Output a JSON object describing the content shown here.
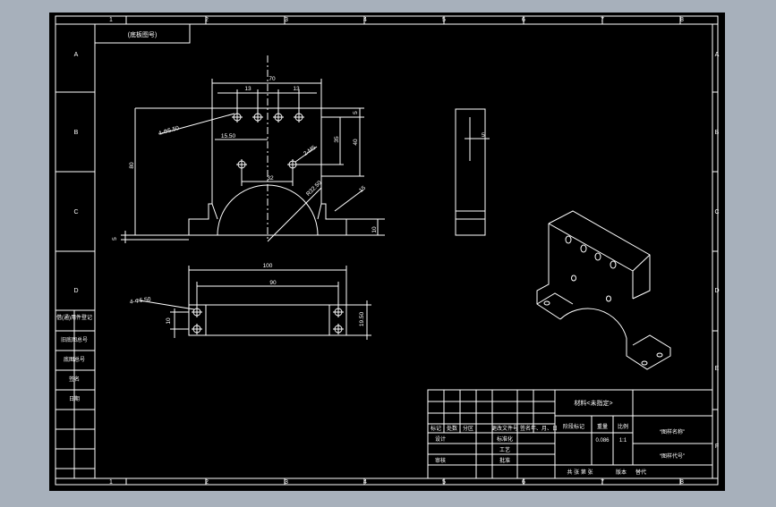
{
  "drawing": {
    "background": "#000000",
    "frame_color": "#ffffff",
    "col_markers_top": [
      "1",
      "2",
      "3",
      "4",
      "5",
      "6",
      "7",
      "8"
    ],
    "col_markers_bottom": [
      "1",
      "2",
      "3",
      "4",
      "5",
      "6",
      "7",
      "8"
    ],
    "row_markers_left": [
      "A",
      "B",
      "C",
      "D"
    ],
    "row_markers_right": [
      "A",
      "B",
      "C",
      "D",
      "E",
      "F"
    ],
    "corner_label": "(底板图号)",
    "side_table": [
      "借(通)用件登记",
      "旧底图总号",
      "底图总号",
      "签名",
      "日期"
    ]
  },
  "front_view": {
    "dim_70": "70",
    "dim_13a": "13",
    "dim_13b": "13",
    "dim_hole_top": "4-Φ5.50",
    "dim_15_50": "15.50",
    "dim_35": "35",
    "dim_40": "40",
    "dim_5": "5",
    "dim_80": "80",
    "dim_2m5": "2-M5",
    "dim_32": "32",
    "dim_r": "R32.50",
    "dim_15": "15",
    "dim_10": "10",
    "dim_5b": "5"
  },
  "side_view": {
    "dim_5": "5"
  },
  "top_view": {
    "dim_100": "100",
    "dim_90": "90",
    "dim_hole": "4-Φ5.50",
    "dim_10": "10",
    "dim_19_50": "19.50"
  },
  "title_block": {
    "material": "材料<未指定>",
    "row_labels": [
      "标记",
      "处数",
      "分区",
      "更改文件号",
      "签名",
      "年、月、日"
    ],
    "design": "设计",
    "standard": "标准化",
    "check": "审核",
    "process": "工艺",
    "approve": "批准",
    "stage_label": "阶段标记",
    "weight_label": "重量",
    "scale_label": "比例",
    "weight": "0.086",
    "scale": "1:1",
    "sheet": "共 张  第 张",
    "version": "版本",
    "replace": "替代",
    "drawing_name": "“图样名称”",
    "drawing_code": "“图样代号”"
  }
}
